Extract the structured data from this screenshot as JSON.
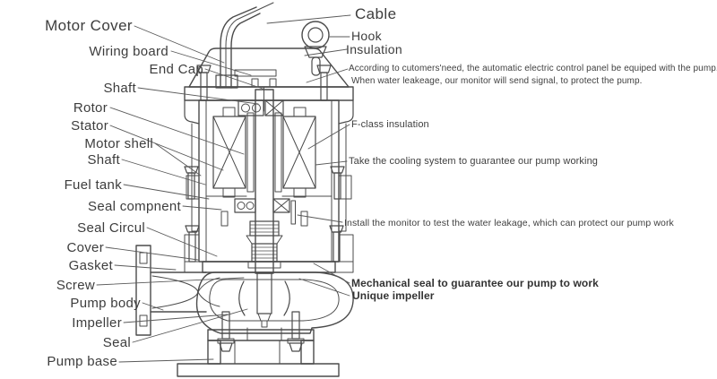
{
  "colors": {
    "ink": "#3d3d3d",
    "drawing_line": "#4b4b4b",
    "leader_line": "#5a5a5a",
    "background": "#ffffff"
  },
  "labels": {
    "left": [
      "Motor Cover",
      "Wiring board",
      "End Cap",
      "Shaft",
      "Rotor",
      "Stator",
      "Motor shell",
      "Shaft",
      "Fuel tank",
      "Seal compnent",
      "Seal Circul",
      "Cover",
      "Gasket",
      "Screw",
      "Pump body",
      "Impeller",
      "Seal",
      "Pump base"
    ],
    "right": [
      "Cable",
      "Hook",
      "Insulation"
    ]
  },
  "notes": {
    "control_panel_line1": "According to cutomers'need, the automatic electric control panel be equiped with the pump.",
    "control_panel_line2": "When water leakeage, our monitor will send signal, to protect the pump.",
    "insulation_class": "F-class insulation",
    "cooling_system": "Take the cooling system to guarantee our pump working",
    "leak_monitor": "Install the monitor to test the water leakage, which can protect our pump work",
    "mechanical_seal": "Mechanical seal to guarantee our pump to work",
    "unique_impeller": "Unique impeller"
  }
}
